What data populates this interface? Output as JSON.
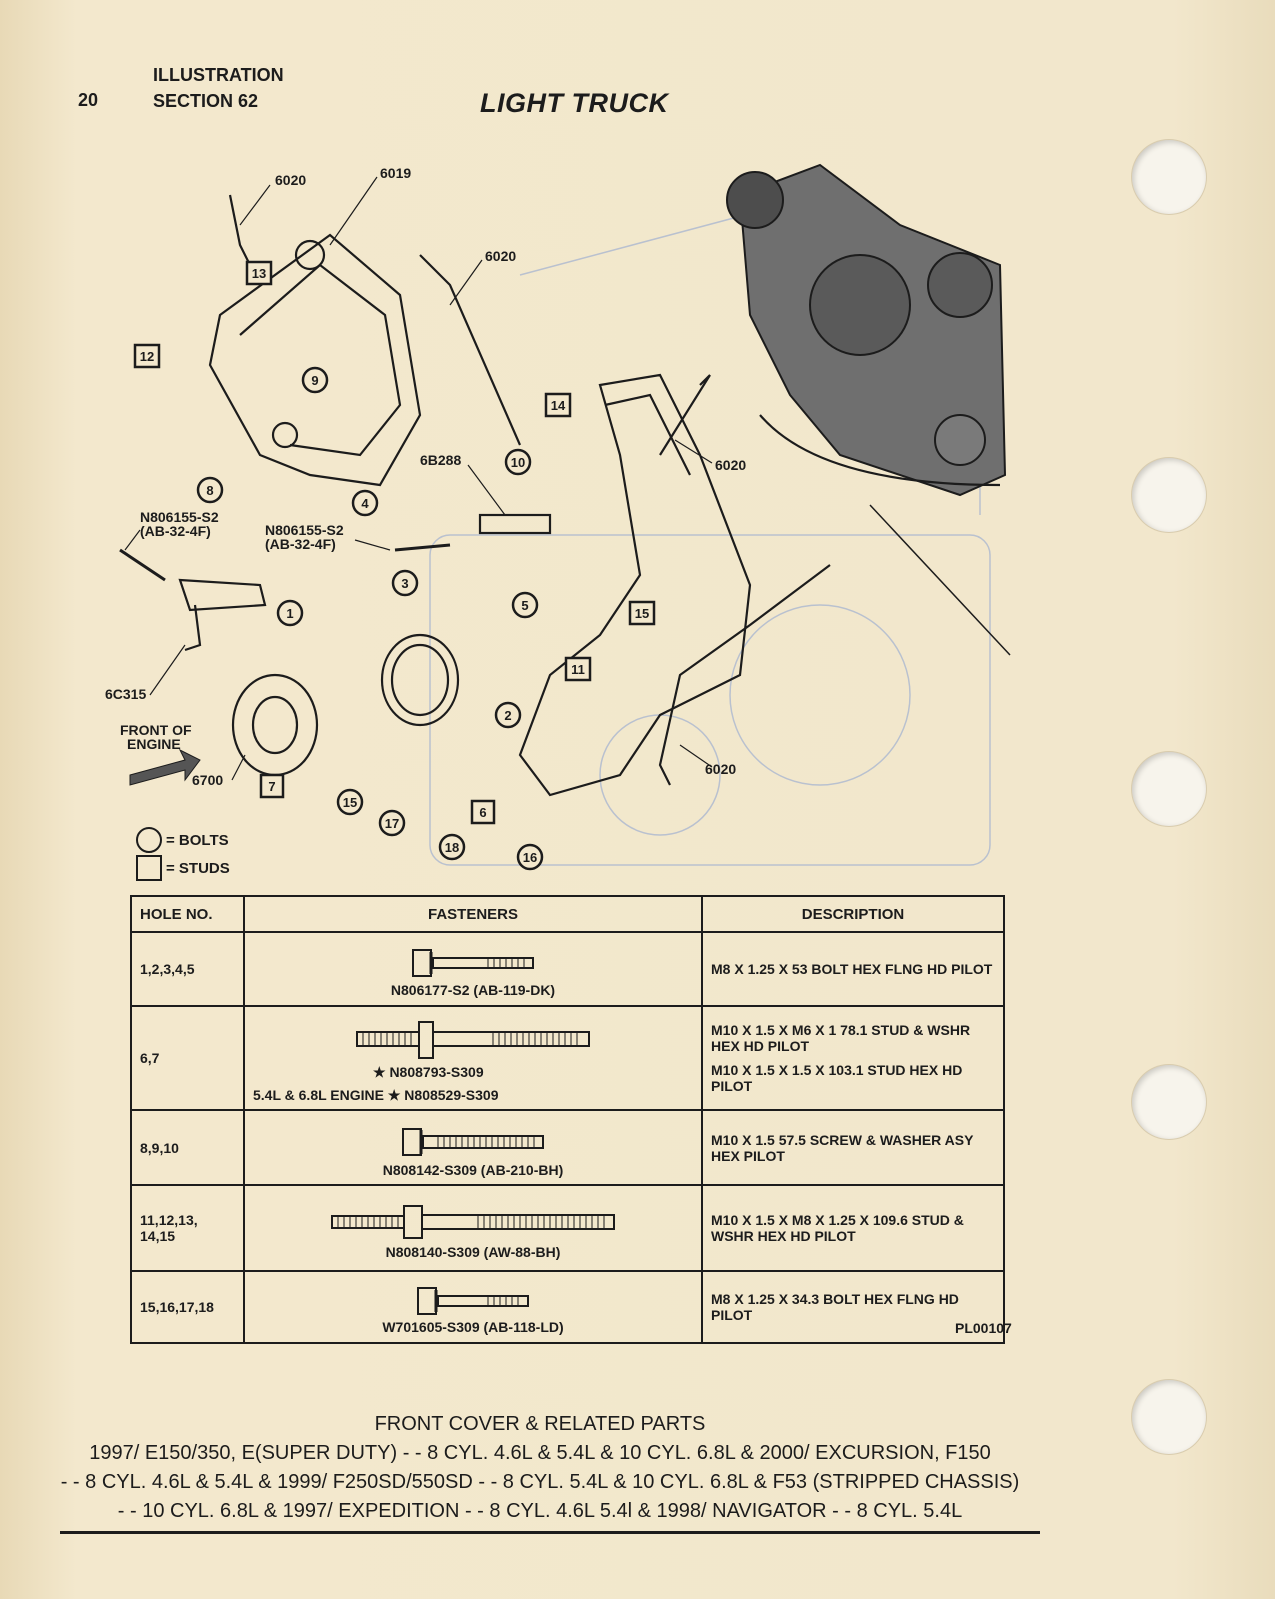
{
  "header": {
    "page_number": "20",
    "illustration_label": "ILLUSTRATION",
    "section_label": "SECTION 62",
    "title": "LIGHT TRUCK"
  },
  "diagram": {
    "part_labels": {
      "p6020a": "6020",
      "p6019": "6019",
      "p6020b": "6020",
      "p6020c": "6020",
      "p6020d": "6020",
      "p6b288": "6B288",
      "pn1": "N806155-S2",
      "pn1b": "(AB-32-4F)",
      "pn2": "N806155-S2",
      "pn2b": "(AB-32-4F)",
      "p6c315": "6C315",
      "front1": "FRONT OF",
      "front2": "ENGINE",
      "p6700": "6700"
    },
    "bolt_callouts": [
      "1",
      "2",
      "3",
      "4",
      "5",
      "8",
      "9",
      "10",
      "15",
      "16",
      "17",
      "18"
    ],
    "stud_callouts": [
      "6",
      "7",
      "11",
      "12",
      "13",
      "14",
      "15"
    ]
  },
  "legend": {
    "bolts": "= BOLTS",
    "studs": "= STUDS"
  },
  "table": {
    "headers": [
      "HOLE NO.",
      "FASTENERS",
      "DESCRIPTION"
    ],
    "rows": [
      {
        "hole": "1,2,3,4,5",
        "part": "N806177-S2 (AB-119-DK)",
        "desc": "M8 X 1.25 X 53 BOLT HEX FLNG HD PILOT"
      },
      {
        "hole": "6,7",
        "part": "★ N808793-S309",
        "part2": "5.4L & 6.8L ENGINE ★ N808529-S309",
        "desc": "M10 X 1.5 X M6 X 1 78.1 STUD & WSHR HEX HD PILOT",
        "desc2": "M10 X 1.5 X 1.5 X 103.1 STUD HEX HD PILOT"
      },
      {
        "hole": "8,9,10",
        "part": "N808142-S309 (AB-210-BH)",
        "desc": "M10 X 1.5 57.5 SCREW & WASHER ASY HEX PILOT"
      },
      {
        "hole": "11,12,13, 14,15",
        "part": "N808140-S309 (AW-88-BH)",
        "desc": "M10 X 1.5 X M8 X 1.25 X 109.6 STUD & WSHR HEX HD PILOT"
      },
      {
        "hole": "15,16,17,18",
        "part": "W701605-S309 (AB-118-LD)",
        "desc": "M8 X 1.25 X 34.3 BOLT HEX FLNG HD PILOT"
      }
    ]
  },
  "figure_id": "PL00107",
  "caption": {
    "line1": "FRONT COVER & RELATED PARTS",
    "line2": "1997/ E150/350, E(SUPER DUTY) - - 8 CYL. 4.6L & 5.4L & 10 CYL. 6.8L & 2000/ EXCURSION, F150",
    "line3": "- - 8 CYL. 4.6L & 5.4L & 1999/ F250SD/550SD - - 8 CYL. 5.4L & 10 CYL. 6.8L & F53 (STRIPPED CHASSIS)",
    "line4": "- - 10 CYL. 6.8L & 1997/ EXPEDITION - - 8 CYL. 4.6L 5.4l & 1998/ NAVIGATOR - - 8 CYL. 5.4L"
  }
}
